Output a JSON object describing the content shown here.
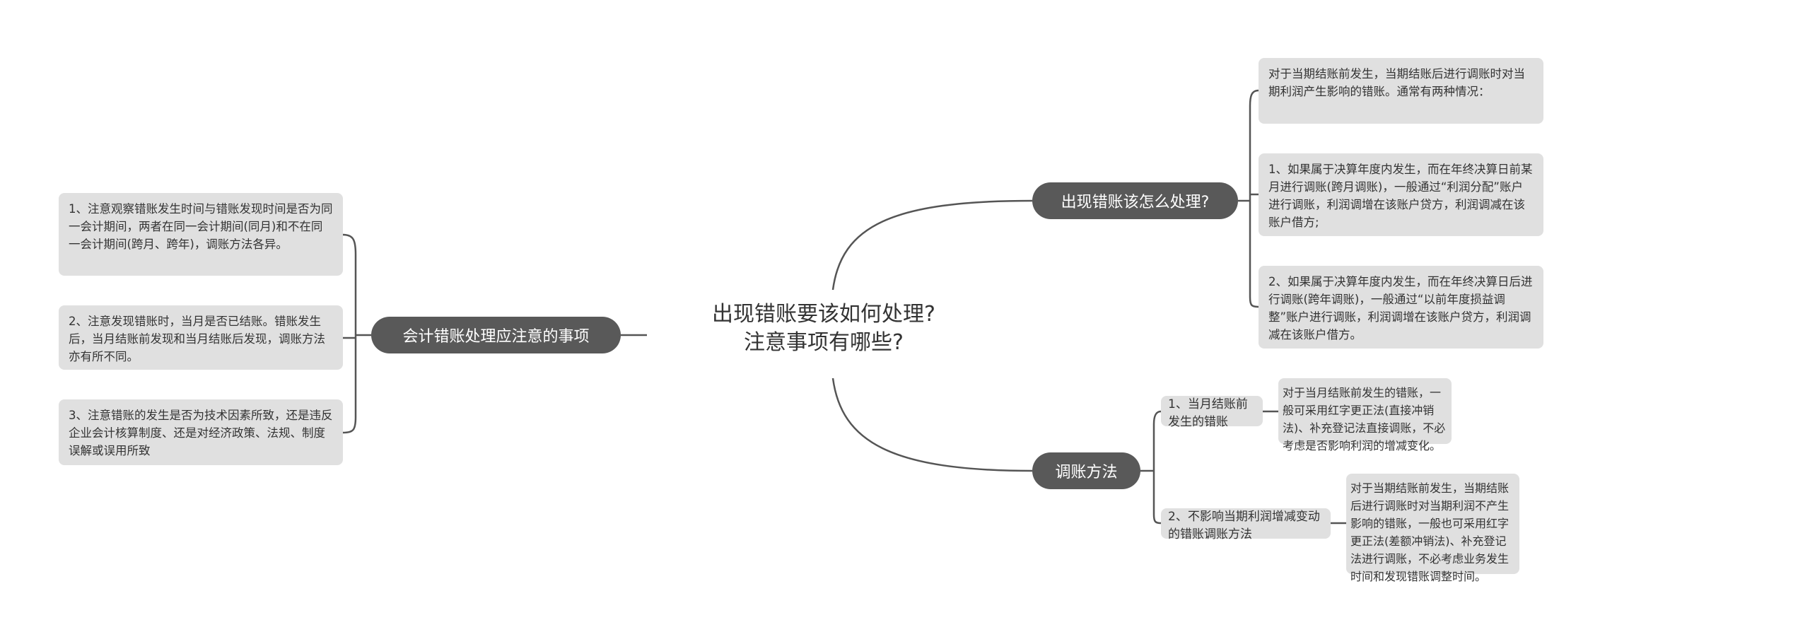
{
  "root": {
    "line1": "出现错账要该如何处理?",
    "line2": "注意事项有哪些?"
  },
  "left_branch": {
    "label": "会计错账处理应注意的事项",
    "items": [
      "1、注意观察错账发生时间与错账发现时间是否为同一会计期间，两者在同一会计期间(同月)和不在同一会计期间(跨月、跨年)，调账方法各异。",
      "2、注意发现错账时，当月是否已结账。错账发生后，当月结账前发现和当月结账后发现，调账方法亦有所不同。",
      "3、注意错账的发生是否为技术因素所致，还是违反企业会计核算制度、还是对经济政策、法规、制度误解或误用所致"
    ]
  },
  "right_branch_1": {
    "label": "出现错账该怎么处理?",
    "items": [
      "对于当期结账前发生，当期结账后进行调账时对当期利润产生影响的错账。通常有两种情况：",
      "1、如果属于决算年度内发生，而在年终决算日前某月进行调账(跨月调账)，一般通过“利润分配”账户进行调账，利润调增在该账户贷方，利润调减在该账户借方;",
      "2、如果属于决算年度内发生，而在年终决算日后进行调账(跨年调账)，一般通过“以前年度损益调整”账户进行调账，利润调增在该账户贷方，利润调减在该账户借方。"
    ]
  },
  "right_branch_2": {
    "label": "调账方法",
    "subs": [
      {
        "label": "1、当月结账前发生的错账",
        "detail": "对于当月结账前发生的错账，一般可采用红字更正法(直接冲销法)、补充登记法直接调账，不必考虑是否影响利润的增减变化。"
      },
      {
        "label": "2、不影响当期利润增减变动的错账调账方法",
        "detail": "对于当期结账前发生，当期结账后进行调账时对当期利润不产生影响的错账，一般也可采用红字更正法(差额冲销法)、补充登记法进行调账，不必考虑业务发生时间和发现错账调整时间。"
      }
    ]
  }
}
